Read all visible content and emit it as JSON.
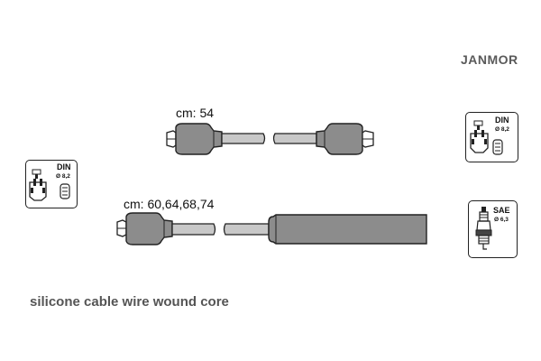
{
  "brand": "JANMOR",
  "cable_short_label": "cm: 54",
  "cable_long_label": "cm: 60,64,68,74",
  "caption": "silicone cable wire wound core",
  "icons": {
    "din_left": {
      "name": "DIN",
      "diameter": "Ø 8,2"
    },
    "din_right": {
      "name": "DIN",
      "diameter": "Ø 8,2"
    },
    "sae_right": {
      "name": "SAE",
      "diameter": "Ø 6,3"
    }
  },
  "colors": {
    "boot_fill": "#8c8c8c",
    "wire_fill": "#c8c8c8",
    "outline": "#222222"
  }
}
